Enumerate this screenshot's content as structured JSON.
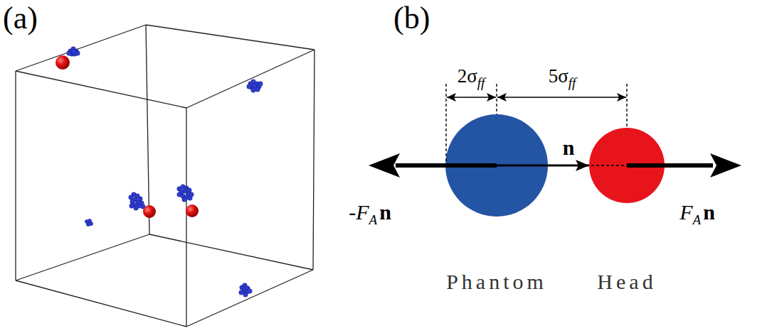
{
  "diagram": {
    "nodes": [
      {
        "text": [
          "Phantom"
        ]
      },
      {
        "text": [
          "Head"
        ]
      }
    ],
    "edges": [
      {
        "from": 0,
        "to": 1,
        "arrow": "to",
        "label": "n"
      }
    ],
    "labels": [
      "(a)",
      "(b)",
      "2σ",
      "ff",
      "5σ",
      "ff",
      "-F",
      "A",
      "n",
      "F",
      "A",
      "n"
    ]
  }
}
